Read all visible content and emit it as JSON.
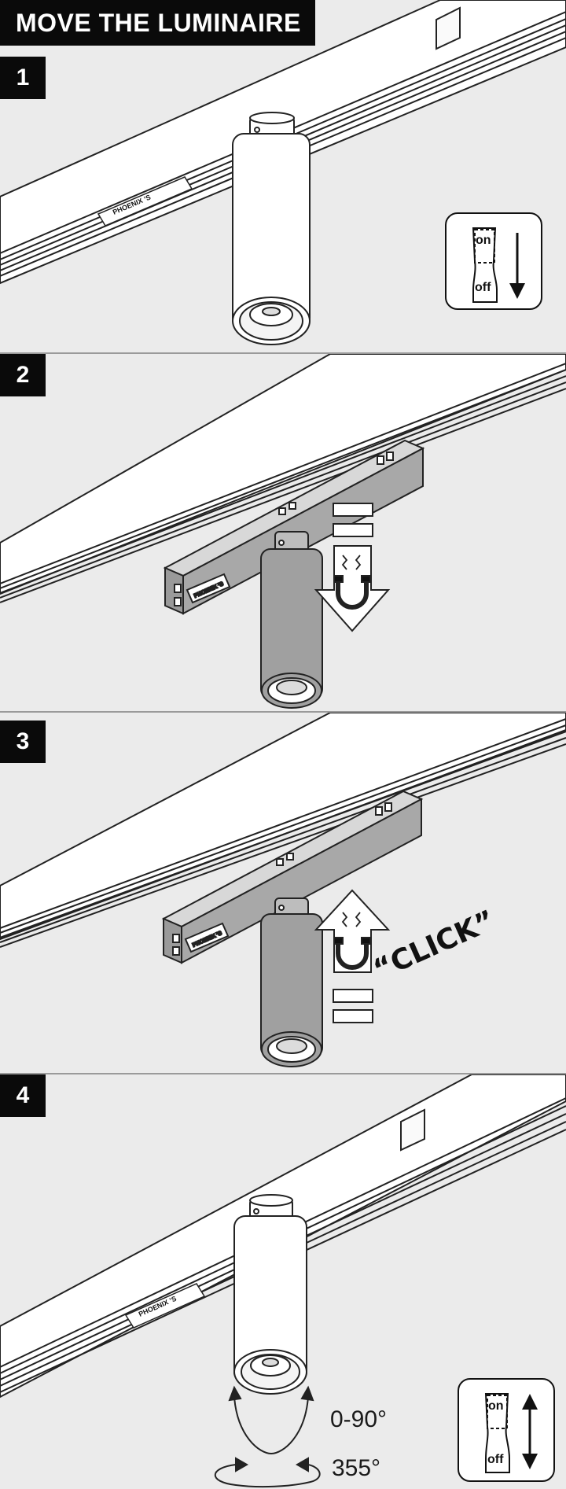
{
  "title": "MOVE THE LUMINAIRE",
  "steps": [
    {
      "number": "1"
    },
    {
      "number": "2"
    },
    {
      "number": "3"
    },
    {
      "number": "4"
    }
  ],
  "switch": {
    "on_label": "on",
    "off_label": "off"
  },
  "brand_mark_text": "PHOENIX ’S",
  "click_label": "“CLICK”",
  "angles": {
    "tilt": "0-90°",
    "rotation": "355°"
  },
  "colors": {
    "badge": "#0a0a0a",
    "panel_background": "#ebebeb",
    "line": "#222222",
    "luminaire_gray": "#a0a0a0"
  }
}
